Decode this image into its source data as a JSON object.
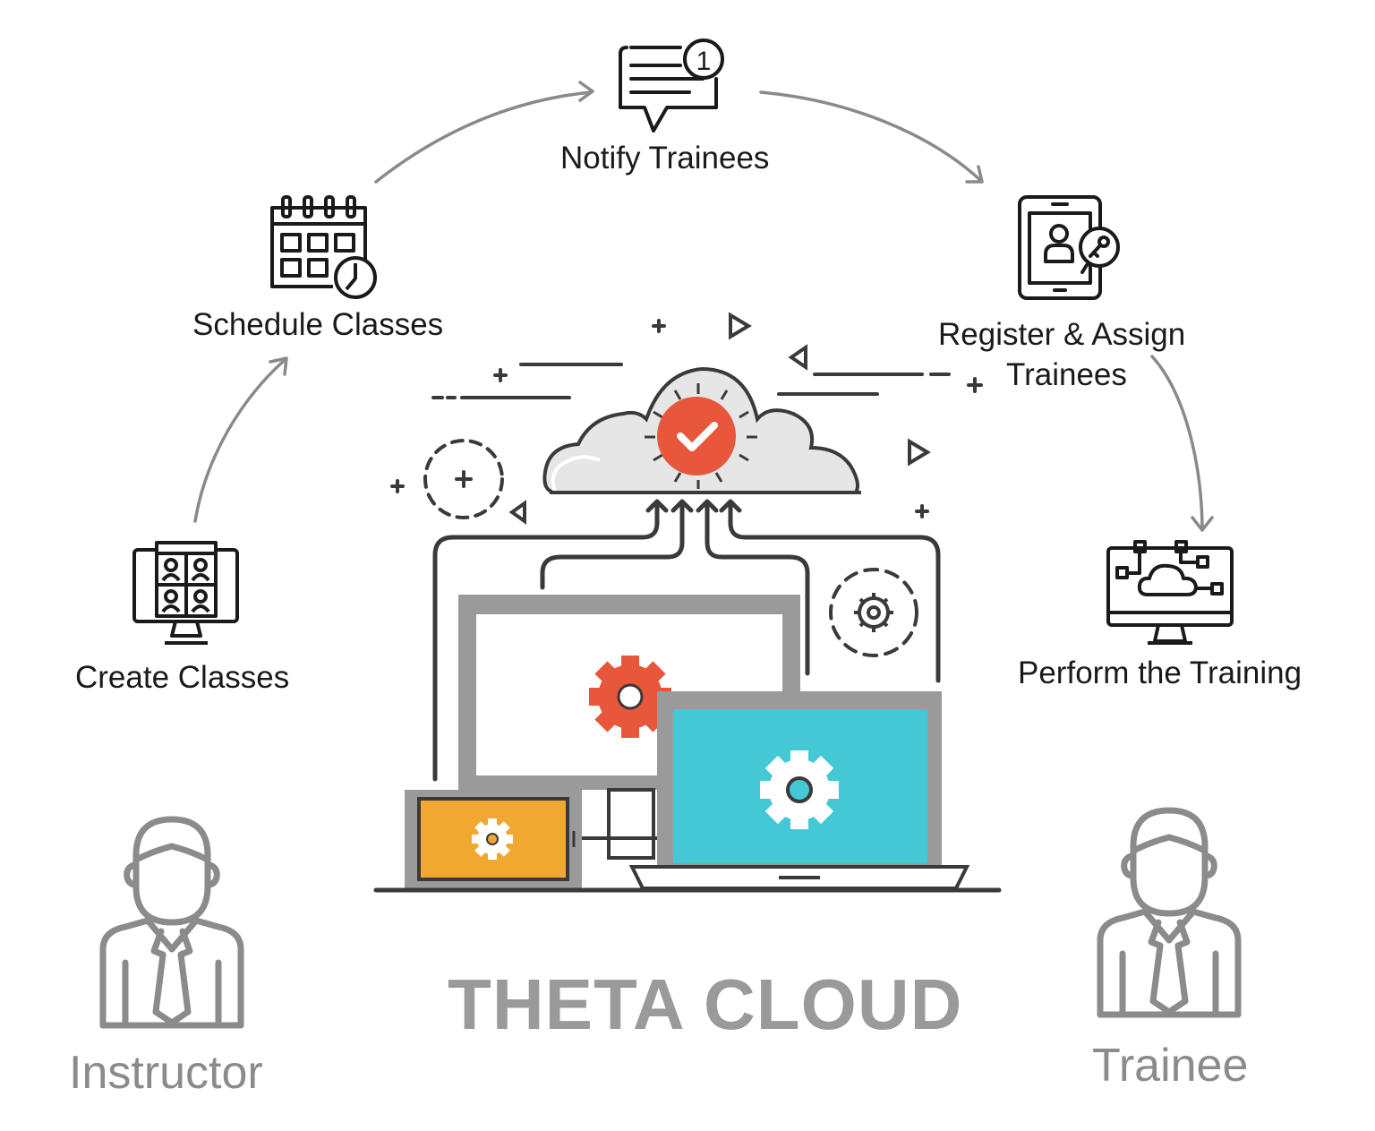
{
  "steps": {
    "notify": "Notify Trainees",
    "schedule": "Schedule Classes",
    "register_line1": "Register & Assign",
    "register_line2": "Trainees",
    "create": "Create Classes",
    "perform": "Perform the Training"
  },
  "notify_badge": "1",
  "roles": {
    "instructor": "Instructor",
    "trainee": "Trainee"
  },
  "brand": "THETA CLOUD",
  "colors": {
    "ink": "#1a1a1a",
    "gray": "#8b8b8b",
    "orange_red": "#e8573c",
    "yellow": "#f0a830",
    "teal": "#45c8d6",
    "frame_gray": "#9a9a9a"
  },
  "icons": [
    "chat-notification-icon",
    "calendar-clock-icon",
    "tablet-user-key-icon",
    "video-conference-monitor-icon",
    "cloud-monitor-network-icon",
    "person-tie-icon"
  ]
}
